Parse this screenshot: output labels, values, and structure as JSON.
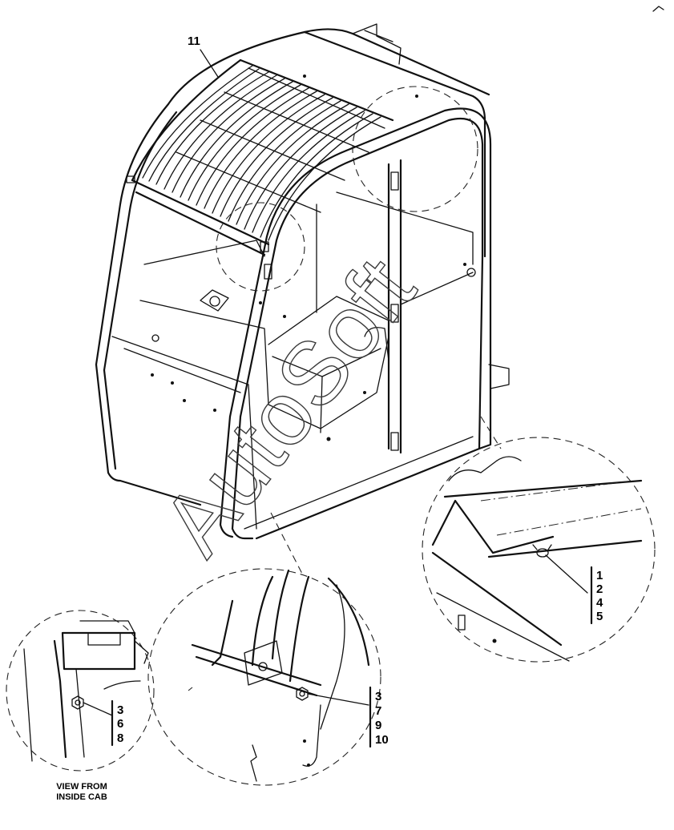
{
  "callouts": {
    "roof_guard": "11",
    "detail_right": [
      "1",
      "2",
      "4",
      "5"
    ],
    "detail_center": [
      "3",
      "7",
      "9",
      "10"
    ],
    "detail_left": [
      "3",
      "6",
      "8"
    ]
  },
  "caption": {
    "line1": "VIEW FROM",
    "line2": "INSIDE CAB"
  },
  "watermark": "AutoSoft"
}
